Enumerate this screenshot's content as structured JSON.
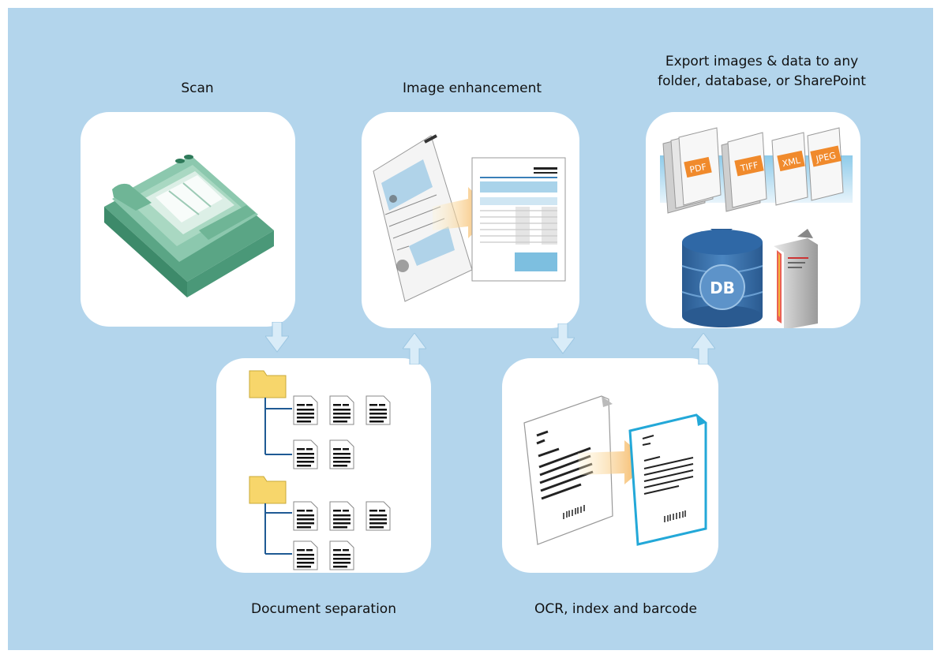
{
  "steps": {
    "scan": {
      "label": "Scan"
    },
    "image_enhancement": {
      "label": "Image enhancement"
    },
    "export": {
      "label_line1": "Export images & data to any",
      "label_line2": "folder, database, or SharePoint"
    },
    "document_separation": {
      "label": "Document separation"
    },
    "ocr": {
      "label": "OCR, index and barcode"
    }
  },
  "export_formats": [
    "PDF",
    "TIFF",
    "XML",
    "JPEG"
  ],
  "database_label": "DB",
  "colors": {
    "background": "#b3d5ec",
    "card": "#ffffff",
    "scanner": "#6fb596",
    "format_tag": "#f08a2c",
    "database": "#3a6fa8",
    "folder": "#f7d66b",
    "tree_line": "#1f5a94",
    "ocr_accent": "#23a8d8"
  }
}
